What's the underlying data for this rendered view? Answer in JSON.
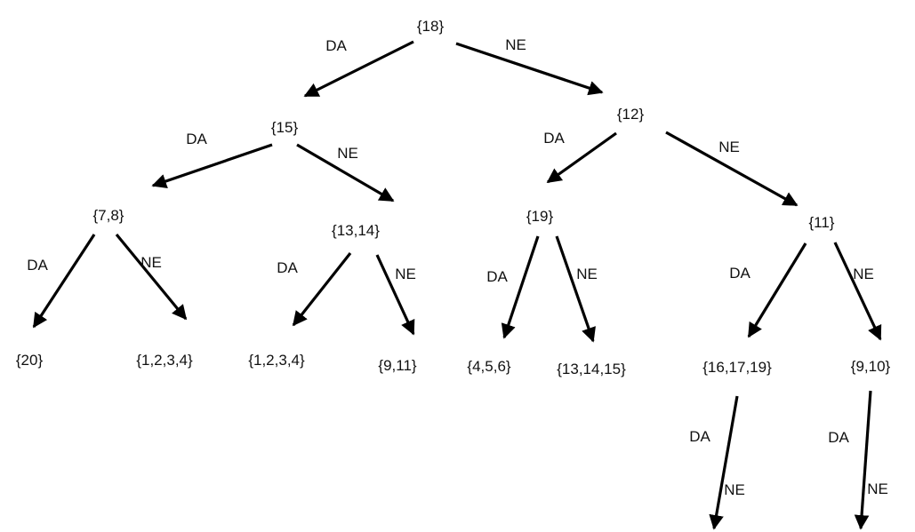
{
  "diagram": {
    "type": "decision-tree",
    "nodes": [
      {
        "id": "n18",
        "label": "{18}"
      },
      {
        "id": "n15",
        "label": "{15}"
      },
      {
        "id": "n12",
        "label": "{12}"
      },
      {
        "id": "n7_8",
        "label": "{7,8}"
      },
      {
        "id": "n13_14",
        "label": "{13,14}"
      },
      {
        "id": "n19",
        "label": "{19}"
      },
      {
        "id": "n11",
        "label": "{11}"
      },
      {
        "id": "n20",
        "label": "{20}"
      },
      {
        "id": "n1234a",
        "label": "{1,2,3,4}"
      },
      {
        "id": "n1234b",
        "label": "{1,2,3,4}"
      },
      {
        "id": "n9_11",
        "label": "{9,11}"
      },
      {
        "id": "n4_5_6",
        "label": "{4,5,6}"
      },
      {
        "id": "n13_14_15",
        "label": "{13,14,15}"
      },
      {
        "id": "n16_17_19",
        "label": "{16,17,19}"
      },
      {
        "id": "n9_10",
        "label": "{9,10}"
      }
    ],
    "edges": [
      {
        "id": "e18_15",
        "from": "n18",
        "to": "n15",
        "label": "DA"
      },
      {
        "id": "e18_12",
        "from": "n18",
        "to": "n12",
        "label": "NE"
      },
      {
        "id": "e15_78",
        "from": "n15",
        "to": "n7_8",
        "label": "DA"
      },
      {
        "id": "e15_1314",
        "from": "n15",
        "to": "n13_14",
        "label": "NE"
      },
      {
        "id": "e12_19",
        "from": "n12",
        "to": "n19",
        "label": "DA"
      },
      {
        "id": "e12_11",
        "from": "n12",
        "to": "n11",
        "label": "NE"
      },
      {
        "id": "e78_20",
        "from": "n7_8",
        "to": "n20",
        "label": "DA"
      },
      {
        "id": "e78_1234",
        "from": "n7_8",
        "to": "n1234a",
        "label": "NE"
      },
      {
        "id": "e1314_1234",
        "from": "n13_14",
        "to": "n1234b",
        "label": "DA"
      },
      {
        "id": "e1314_911",
        "from": "n13_14",
        "to": "n9_11",
        "label": "NE"
      },
      {
        "id": "e19_456",
        "from": "n19",
        "to": "n4_5_6",
        "label": "DA"
      },
      {
        "id": "e19_131415",
        "from": "n19",
        "to": "n13_14_15",
        "label": "NE"
      },
      {
        "id": "e11_161719",
        "from": "n11",
        "to": "n16_17_19",
        "label": "DA"
      },
      {
        "id": "e11_910",
        "from": "n11",
        "to": "n9_10",
        "label": "NE"
      },
      {
        "id": "e161719_down",
        "from": "n16_17_19",
        "to": null,
        "label": "DA",
        "label2": "NE"
      },
      {
        "id": "e910_down",
        "from": "n9_10",
        "to": null,
        "label": "DA",
        "label2": "NE"
      }
    ]
  }
}
